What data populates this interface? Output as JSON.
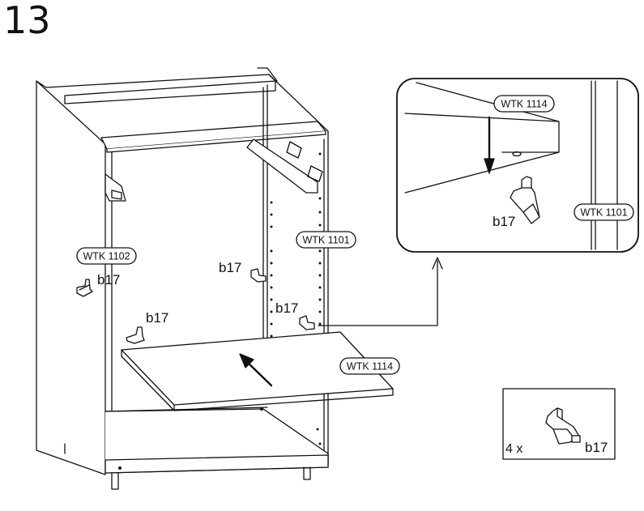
{
  "step": {
    "number": "13"
  },
  "parts": {
    "side_panel": "WTK 1102",
    "back_panel": "WTK 1101",
    "shelf": "WTK 1114",
    "shelf_support": "b17"
  },
  "detail": {
    "shelf_label": "WTK 1114",
    "panel_label": "WTK 1101",
    "support_label": "b17"
  },
  "hardware": {
    "quantity": "4 x",
    "part": "b17"
  }
}
